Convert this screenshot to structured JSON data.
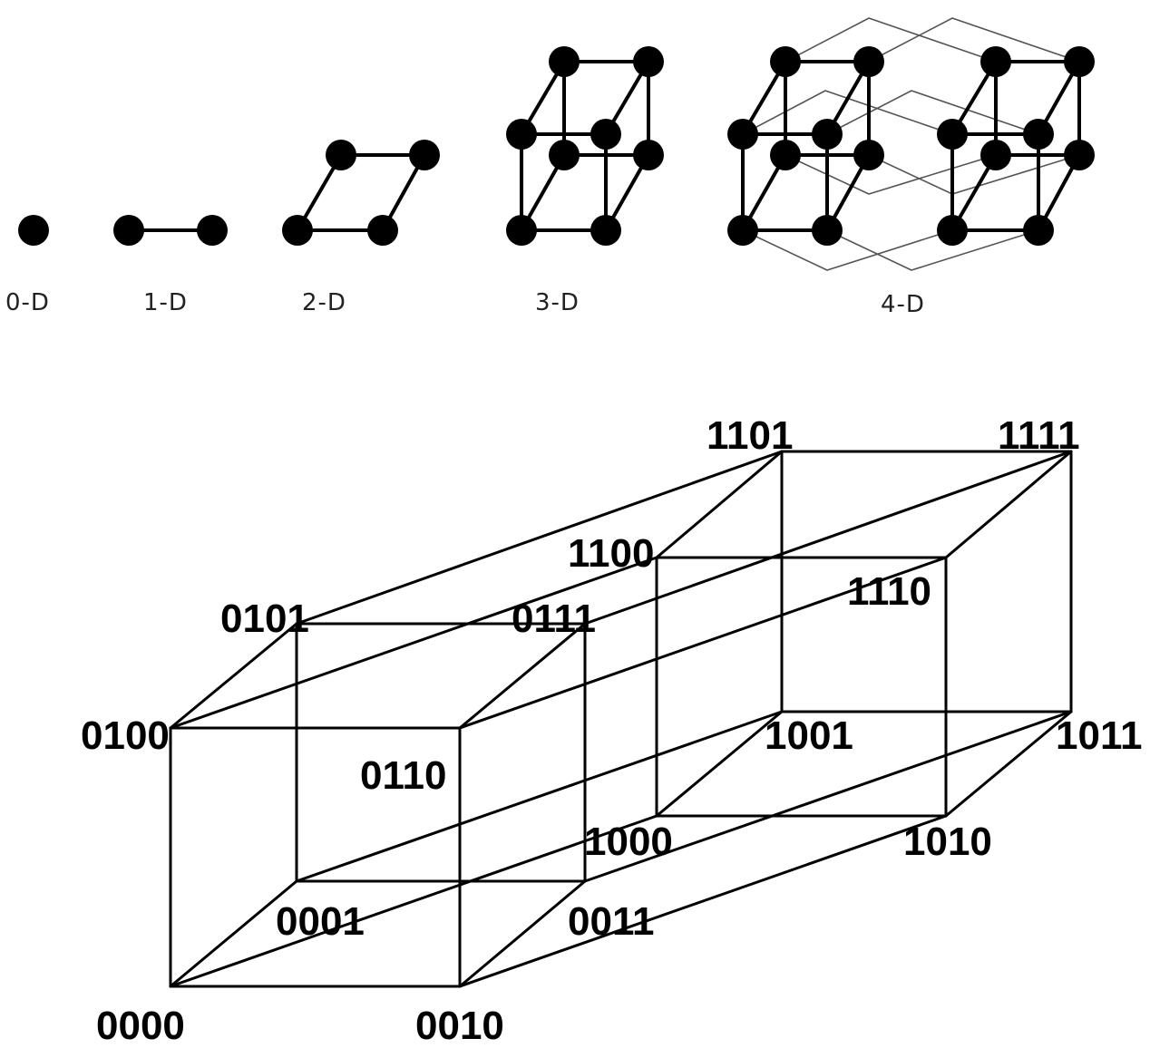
{
  "top_row": {
    "labels": [
      "0-D",
      "1-D",
      "2-D",
      "3-D",
      "4-D"
    ]
  },
  "hypercube": {
    "vertex_labels": {
      "v0000": "0000",
      "v0001": "0001",
      "v0010": "0010",
      "v0011": "0011",
      "v0100": "0100",
      "v0101": "0101",
      "v0110": "0110",
      "v0111": "0111",
      "v1000": "1000",
      "v1001": "1001",
      "v1010": "1010",
      "v1011": "1011",
      "v1100": "1100",
      "v1101": "1101",
      "v1110": "1110",
      "v1111": "1111"
    }
  }
}
